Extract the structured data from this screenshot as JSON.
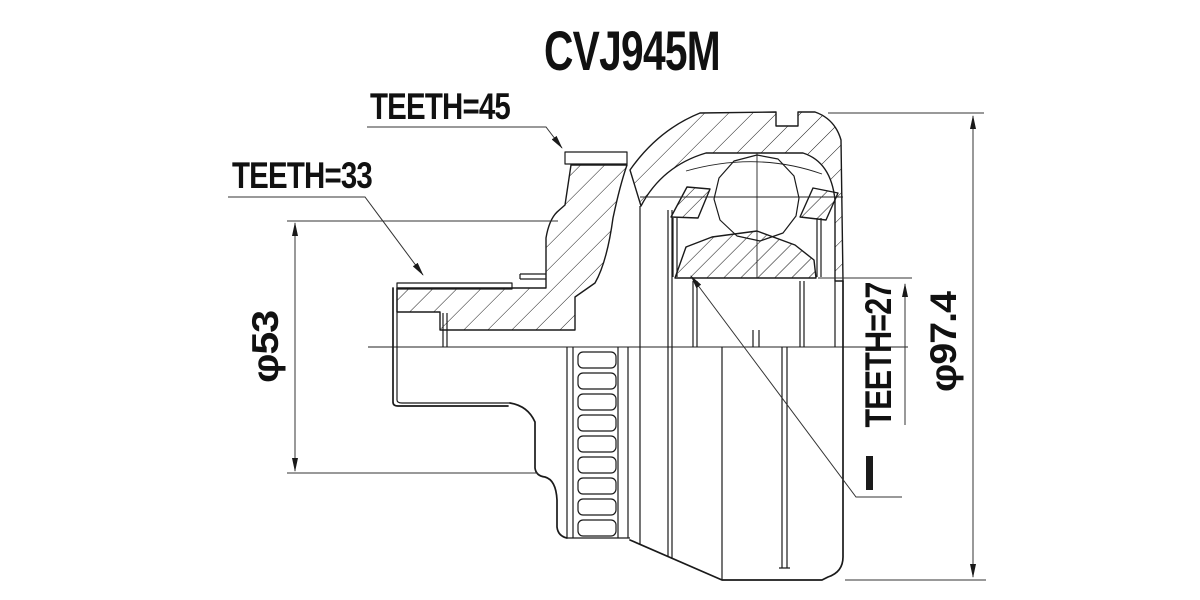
{
  "drawing": {
    "title": "CVJ945M",
    "labels": {
      "flange_spline": "TEETH=45",
      "shaft_spline": "TEETH=33",
      "inner_spline": "TEETH=27",
      "shaft_diameter": "φ53",
      "outer_diameter": "φ97.4"
    },
    "colors": {
      "line": "#1a1a1a",
      "background": "#ffffff"
    }
  }
}
